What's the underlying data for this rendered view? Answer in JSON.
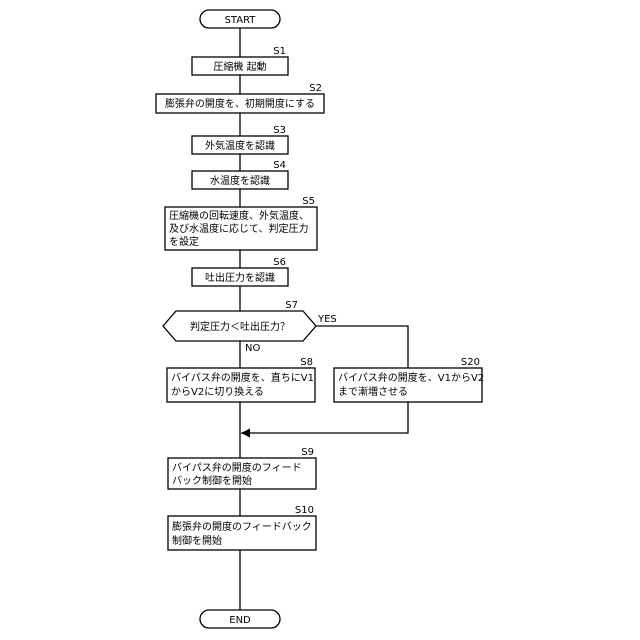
{
  "flowchart": {
    "start": "START",
    "end": "END",
    "steps": [
      {
        "id": "S1",
        "lines": [
          "圧縮機 起動"
        ]
      },
      {
        "id": "S2",
        "lines": [
          "膨張弁の開度を、初期開度にする"
        ]
      },
      {
        "id": "S3",
        "lines": [
          "外気温度を認識"
        ]
      },
      {
        "id": "S4",
        "lines": [
          "水温度を認識"
        ]
      },
      {
        "id": "S5",
        "lines": [
          "圧縮機の回転速度、外気温度、",
          "及び水温度に応じて、判定圧力",
          "を設定"
        ]
      },
      {
        "id": "S6",
        "lines": [
          "吐出圧力を認識"
        ]
      },
      {
        "id": "S8",
        "lines": [
          "バイパス弁の開度を、直ちにV1",
          "からV2に切り換える"
        ]
      },
      {
        "id": "S20",
        "lines": [
          "バイパス弁の開度を、V1からV2",
          "まで漸増させる"
        ]
      },
      {
        "id": "S9",
        "lines": [
          "バイパス弁の開度のフィード",
          "バック制御を開始"
        ]
      },
      {
        "id": "S10",
        "lines": [
          "膨張弁の開度のフィードバック",
          "制御を開始"
        ]
      }
    ],
    "decision": {
      "id": "S7",
      "text": "判定圧力＜吐出圧力？",
      "yes": "YES",
      "no": "NO"
    }
  }
}
